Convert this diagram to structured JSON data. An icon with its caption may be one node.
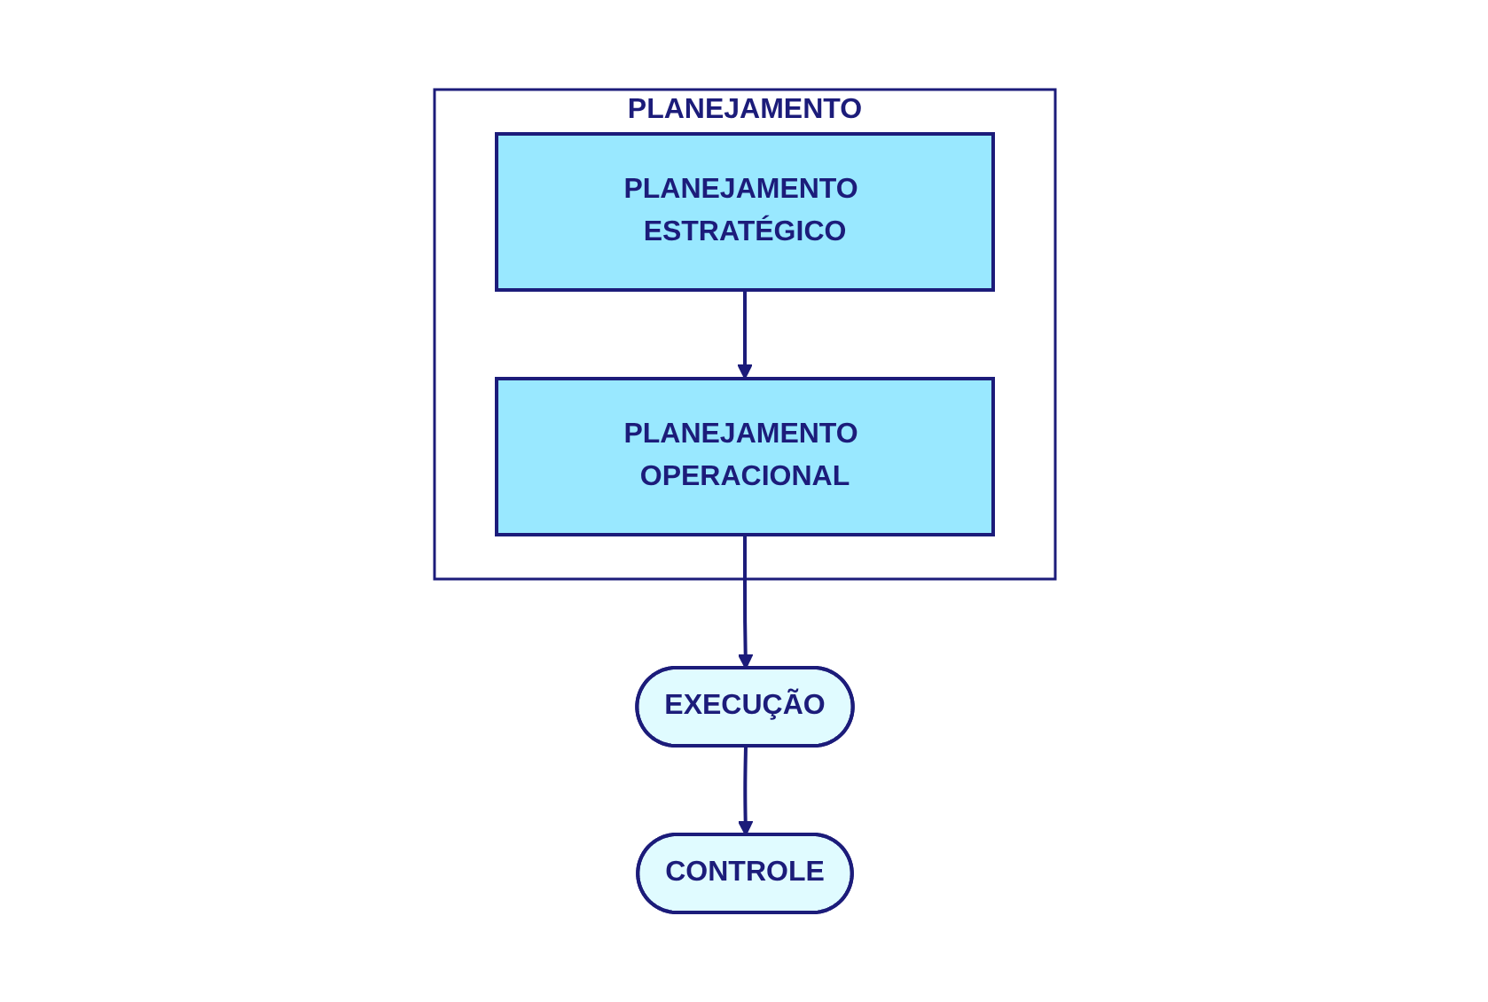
{
  "diagram": {
    "nodes": [
      {
        "text": [
          "PLANEJAMENTO"
        ]
      },
      {
        "text": [
          "PLANEJAMENTO ESTRATÉGICO"
        ],
        "in": 0
      },
      {
        "text": [
          "PLANEJAMENTO OPERACIONAL"
        ],
        "in": 0
      },
      {
        "text": [
          "EXECUÇÃO"
        ]
      },
      {
        "text": [
          "CONTROLE"
        ]
      }
    ],
    "edges": [
      {
        "from": 1,
        "to": 2,
        "arrow": "to"
      },
      {
        "from": 2,
        "to": 3,
        "arrow": "to"
      },
      {
        "from": 3,
        "to": 4,
        "arrow": "to"
      }
    ]
  }
}
